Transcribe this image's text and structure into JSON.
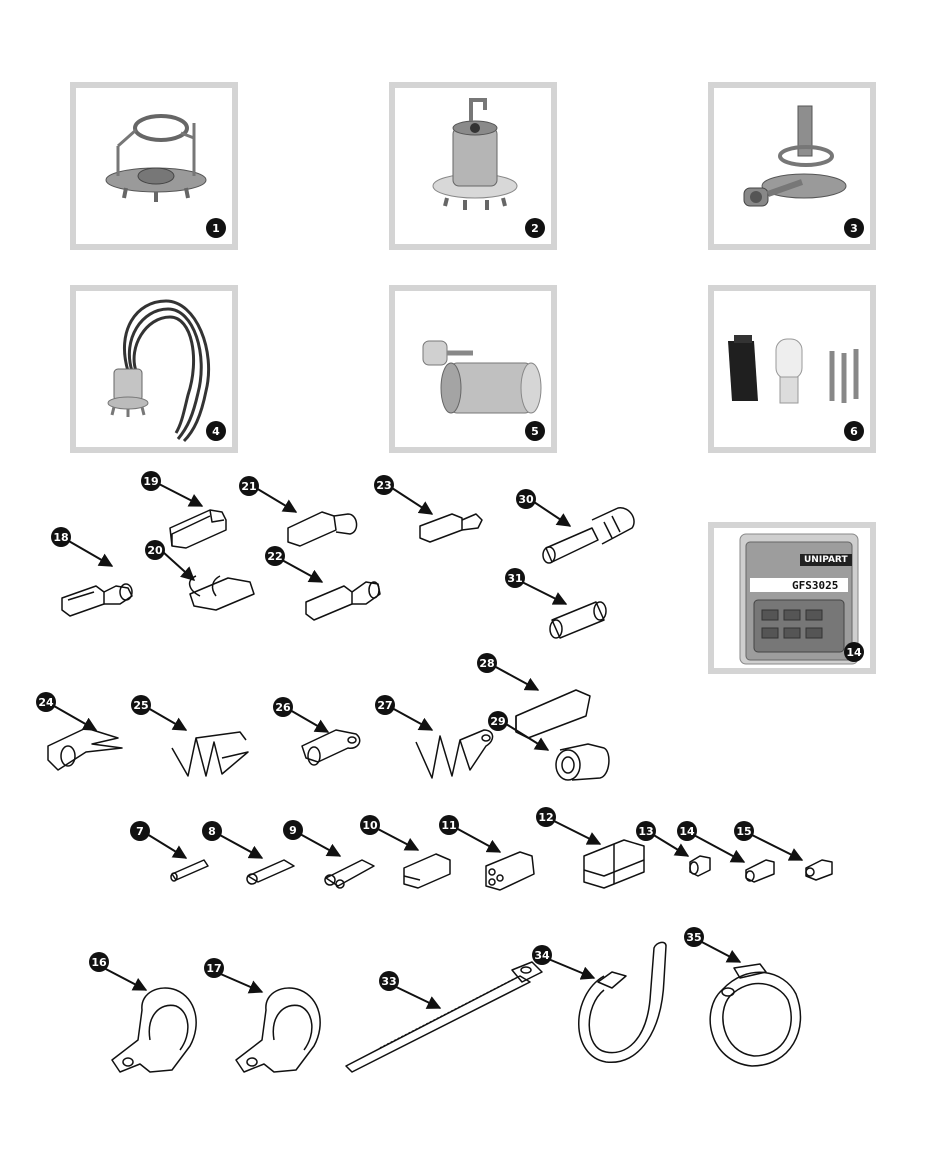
{
  "palette": {
    "outline": "#111111",
    "box_border": "#d4d4d4",
    "badge": "#111111",
    "badge_text": "#ffffff",
    "photo_metal": "#9a9a9a"
  },
  "photos": [
    {
      "num": "1",
      "icon": "bulb-holder-with-clip-icon"
    },
    {
      "num": "2",
      "icon": "bulb-holder-bayonet-icon"
    },
    {
      "num": "3",
      "icon": "bulb-holder-with-mount-icon"
    },
    {
      "num": "4",
      "icon": "bulb-holder-with-leads-icon"
    },
    {
      "num": "5",
      "icon": "bulb-holder-cylindrical-icon"
    },
    {
      "num": "6",
      "icon": "capless-bulb-holder-kit-icon"
    }
  ],
  "fuse_pack": {
    "num": "14",
    "brand": "UNIPART",
    "part_no": "GFS3025",
    "icon": "fuse-assortment-pack-icon"
  },
  "callouts": {
    "c7": "7",
    "c8": "8",
    "c9": "9",
    "c10": "10",
    "c11": "11",
    "c12": "12",
    "c13": "13",
    "c14": "14",
    "c15": "15",
    "c16": "16",
    "c17": "17",
    "c18": "18",
    "c19": "19",
    "c20": "20",
    "c21": "21",
    "c22": "22",
    "c23": "23",
    "c24": "24",
    "c25": "25",
    "c26": "26",
    "c27": "27",
    "c28": "28",
    "c29": "29",
    "c30": "30",
    "c31": "31",
    "c33": "33",
    "c34": "34",
    "c35": "35"
  }
}
